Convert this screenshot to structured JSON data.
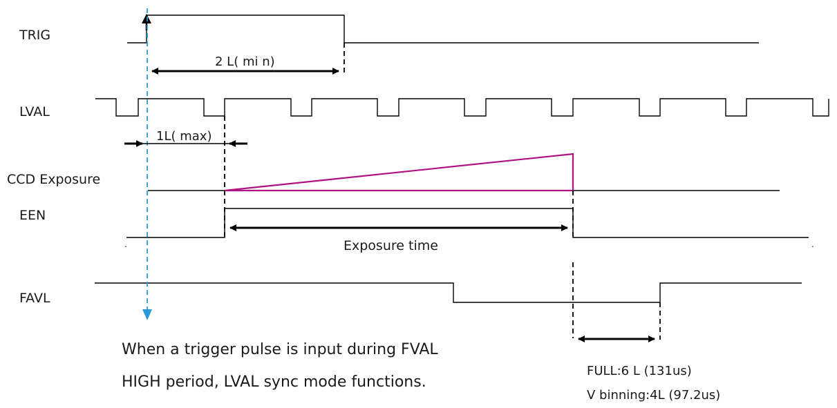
{
  "signals": {
    "trig": "TRIG",
    "lval": "LVAL",
    "ccd_exposure": "CCD Exposure",
    "een": "EEN",
    "fval": "FAVL"
  },
  "annotations": {
    "two_l_min": "2 L( mi n)",
    "one_l_max": "1L( max)",
    "exposure_time": "Exposure time",
    "full": "FULL:6 L (131us)",
    "v_binning": "V binning:4L (97.2us)"
  },
  "note": {
    "line1": "When a trigger pulse is input during FVAL",
    "line2": "HIGH period, LVAL sync mode functions."
  },
  "colors": {
    "trigger_marker": "#2a9ad6",
    "exposure_ramp": "#b0127f",
    "signal": "#000000"
  }
}
